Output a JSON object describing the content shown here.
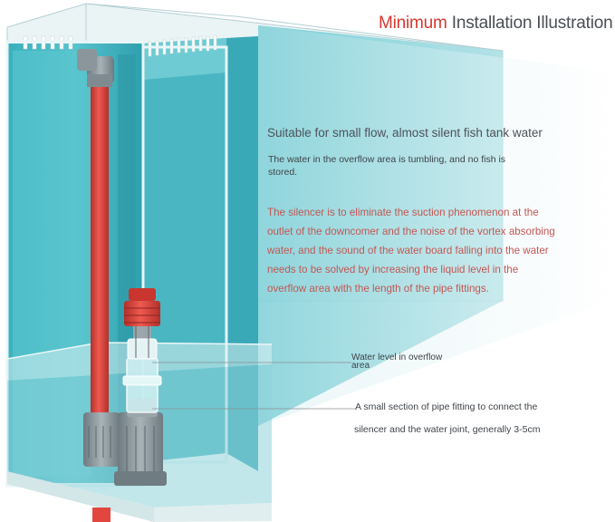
{
  "title": {
    "highlight": "Minimum",
    "rest": " Installation Illustration"
  },
  "heading": "Suitable for small flow, almost silent fish tank water",
  "overflow_note": "The water in the overflow area is tumbling, and no fish is stored.",
  "silencer_paragraph": "The silencer is to eliminate the suction phenomenon at the outlet of the downcomer and the noise of the vortex absorbing water, and the sound of the water board falling into the water needs to be solved by increasing the liquid level in the overflow area with the length of the pipe fittings.",
  "callouts": {
    "water_level": "Water level in overflow area",
    "pipe_fitting_line1": "A small section of pipe fitting to connect the",
    "pipe_fitting_line2": "silencer and the water joint, generally 3-5cm"
  },
  "colors": {
    "water": "#4fbcc6",
    "pipe_red": "#e2473f",
    "glass_edge": "#9fc8cf",
    "silencer_grey": "#8e9aa0"
  }
}
